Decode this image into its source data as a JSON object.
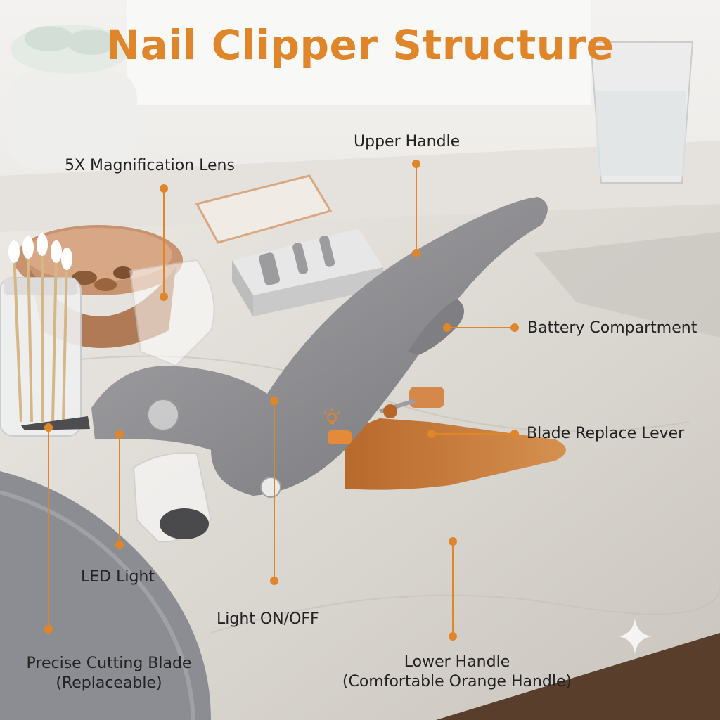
{
  "title": "Nail Clipper Structure",
  "colors": {
    "accent": "#e0862a",
    "clipper_gray": "#8f8f92",
    "lower_handle": "#c97a3c",
    "label_text": "#222222"
  },
  "labels": {
    "magnification_lens": "5X Magnification Lens",
    "upper_handle": "Upper Handle",
    "battery_compartment": "Battery Compartment",
    "blade_replace_lever": "Blade Replace Lever",
    "led_light": "LED Light",
    "light_on_off": "Light ON/OFF",
    "cutting_blade_line1": "Precise Cutting Blade",
    "cutting_blade_line2": "(Replaceable)",
    "lower_handle_line1": "Lower Handle",
    "lower_handle_line2": "(Comfortable Orange Handle)"
  },
  "icons": [
    "light-bulb-icon",
    "sparkle-icon"
  ]
}
